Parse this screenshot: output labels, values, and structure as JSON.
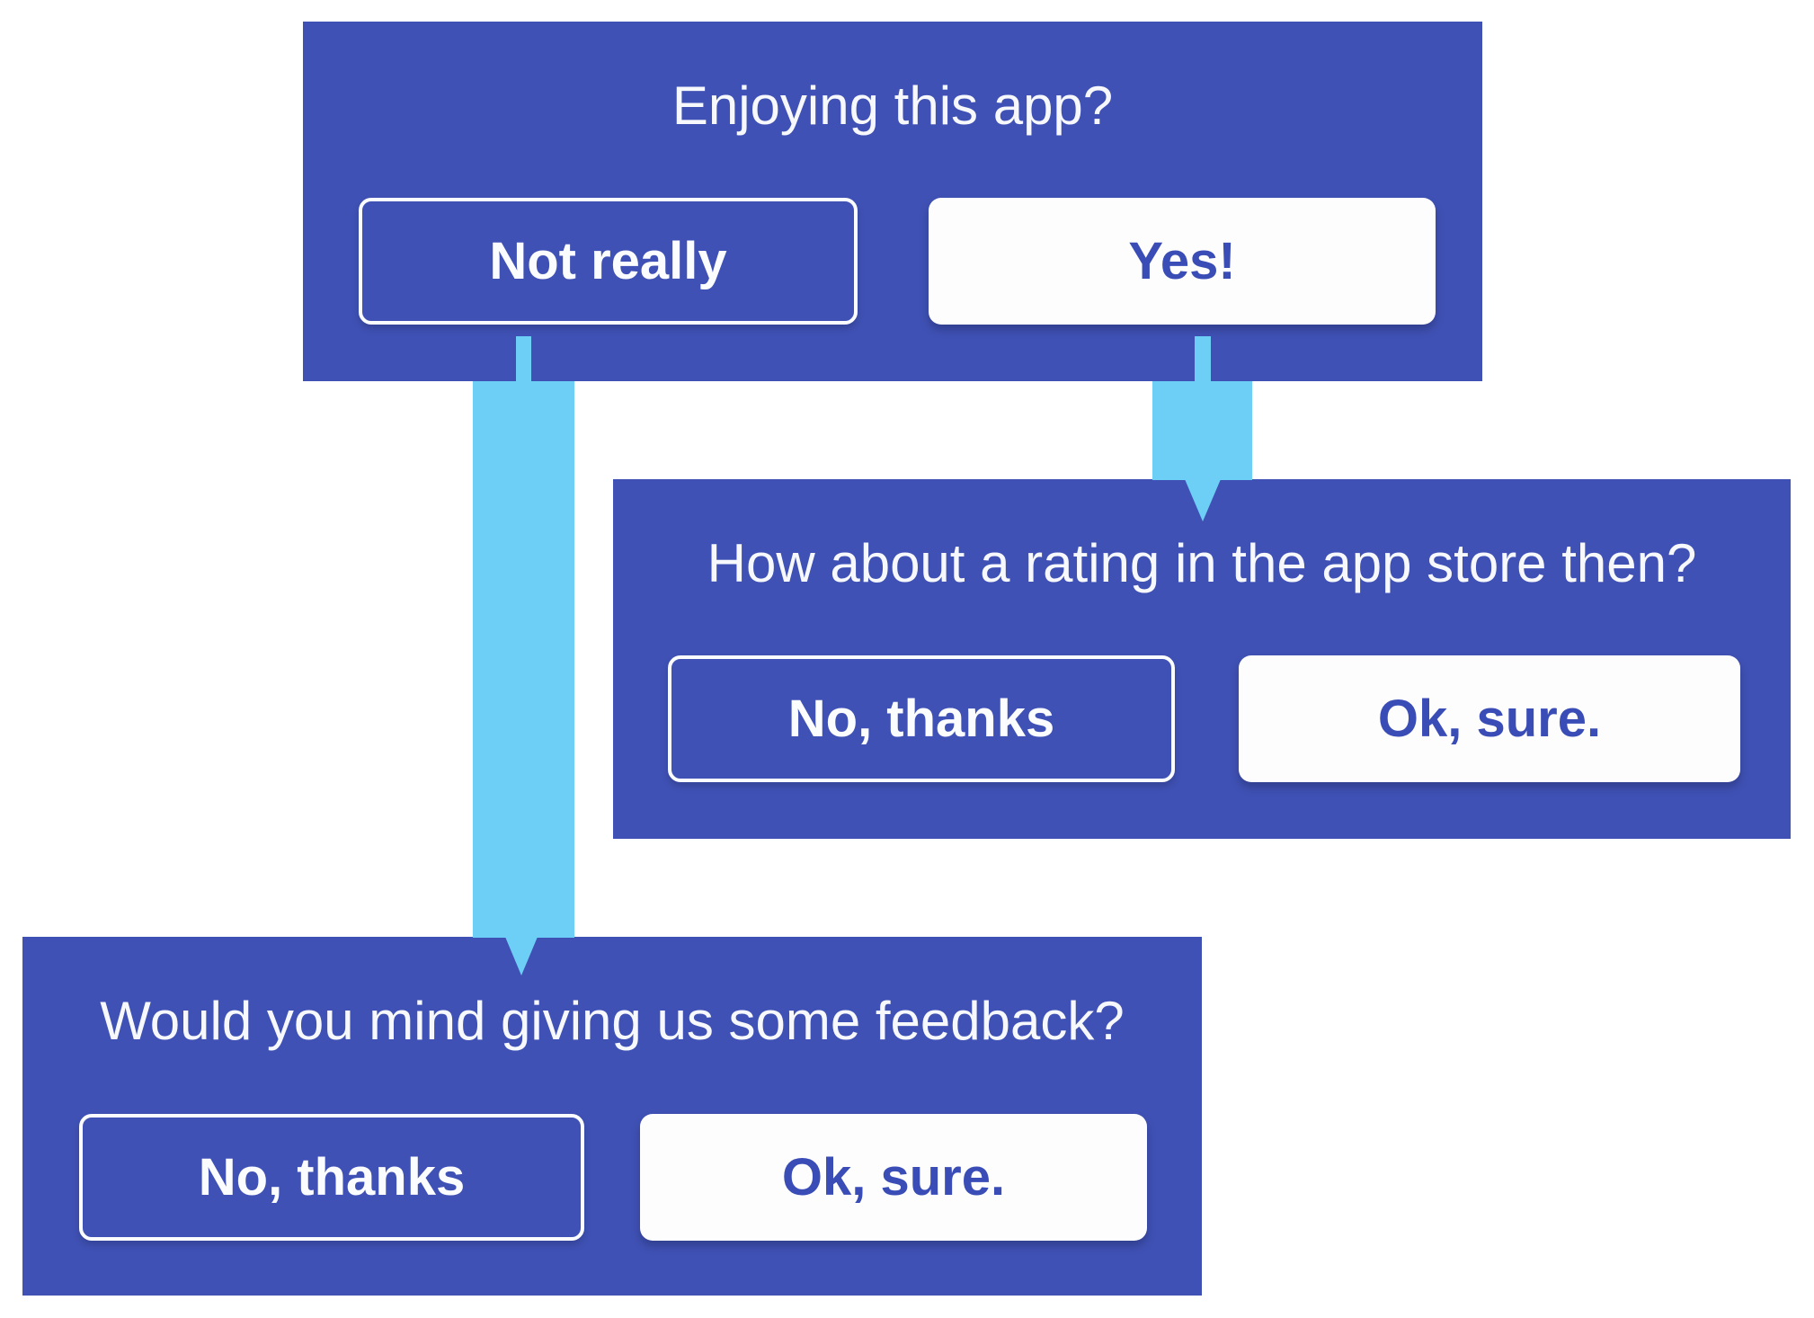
{
  "colors": {
    "panel_blue": "#3F51B5",
    "arrow_blue": "#6DCFF5",
    "button_text_blue": "#3A4DB7",
    "white": "#FDFDFE"
  },
  "dialogs": {
    "enjoying": {
      "question": "Enjoying this app?",
      "decline_label": "Not really",
      "accept_label": "Yes!"
    },
    "rating": {
      "question": "How about a rating in the app store then?",
      "decline_label": "No, thanks",
      "accept_label": "Ok, sure."
    },
    "feedback": {
      "question": "Would you mind giving us some feedback?",
      "decline_label": "No, thanks",
      "accept_label": "Ok, sure."
    }
  }
}
